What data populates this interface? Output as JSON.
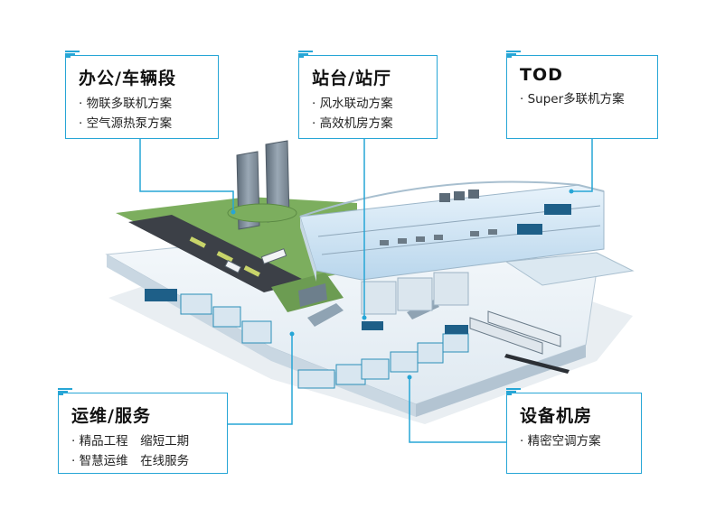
{
  "colors": {
    "accent": "#27a6d6",
    "green_roof": "#7cae5e",
    "road": "#3c4047",
    "glass": "#cfe3f4"
  },
  "callouts": [
    {
      "title": "办公/车辆段",
      "items": [
        "· 物联多联机方案",
        "· 空气源热泵方案"
      ]
    },
    {
      "title": "站台/站厅",
      "items": [
        "· 风水联动方案",
        "· 高效机房方案"
      ]
    },
    {
      "title": "TOD",
      "items": [
        "· Super多联机方案"
      ]
    },
    {
      "title": "运维/服务",
      "items": [
        "· 精品工程　缩短工期",
        "· 智慧运维　在线服务"
      ]
    },
    {
      "title": "设备机房",
      "items": [
        "· 精密空调方案"
      ]
    }
  ]
}
